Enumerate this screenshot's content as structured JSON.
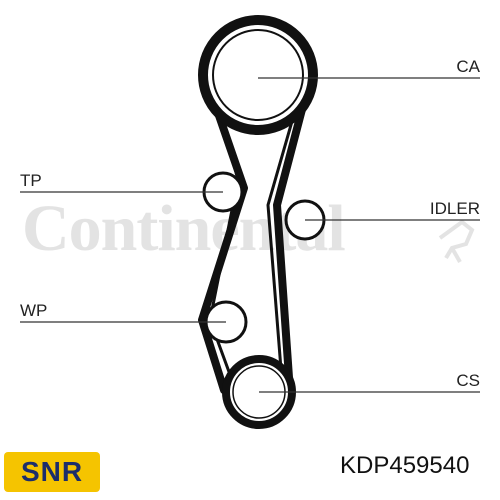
{
  "watermark": {
    "text": "Continental"
  },
  "labels": {
    "ca": "CA",
    "tp": "TP",
    "idler": "IDLER",
    "wp": "WP",
    "cs": "CS"
  },
  "brand": {
    "name": "SNR",
    "color": "#f5c400",
    "text_color": "#1c2d6b"
  },
  "part_number": "KDP459540"
}
